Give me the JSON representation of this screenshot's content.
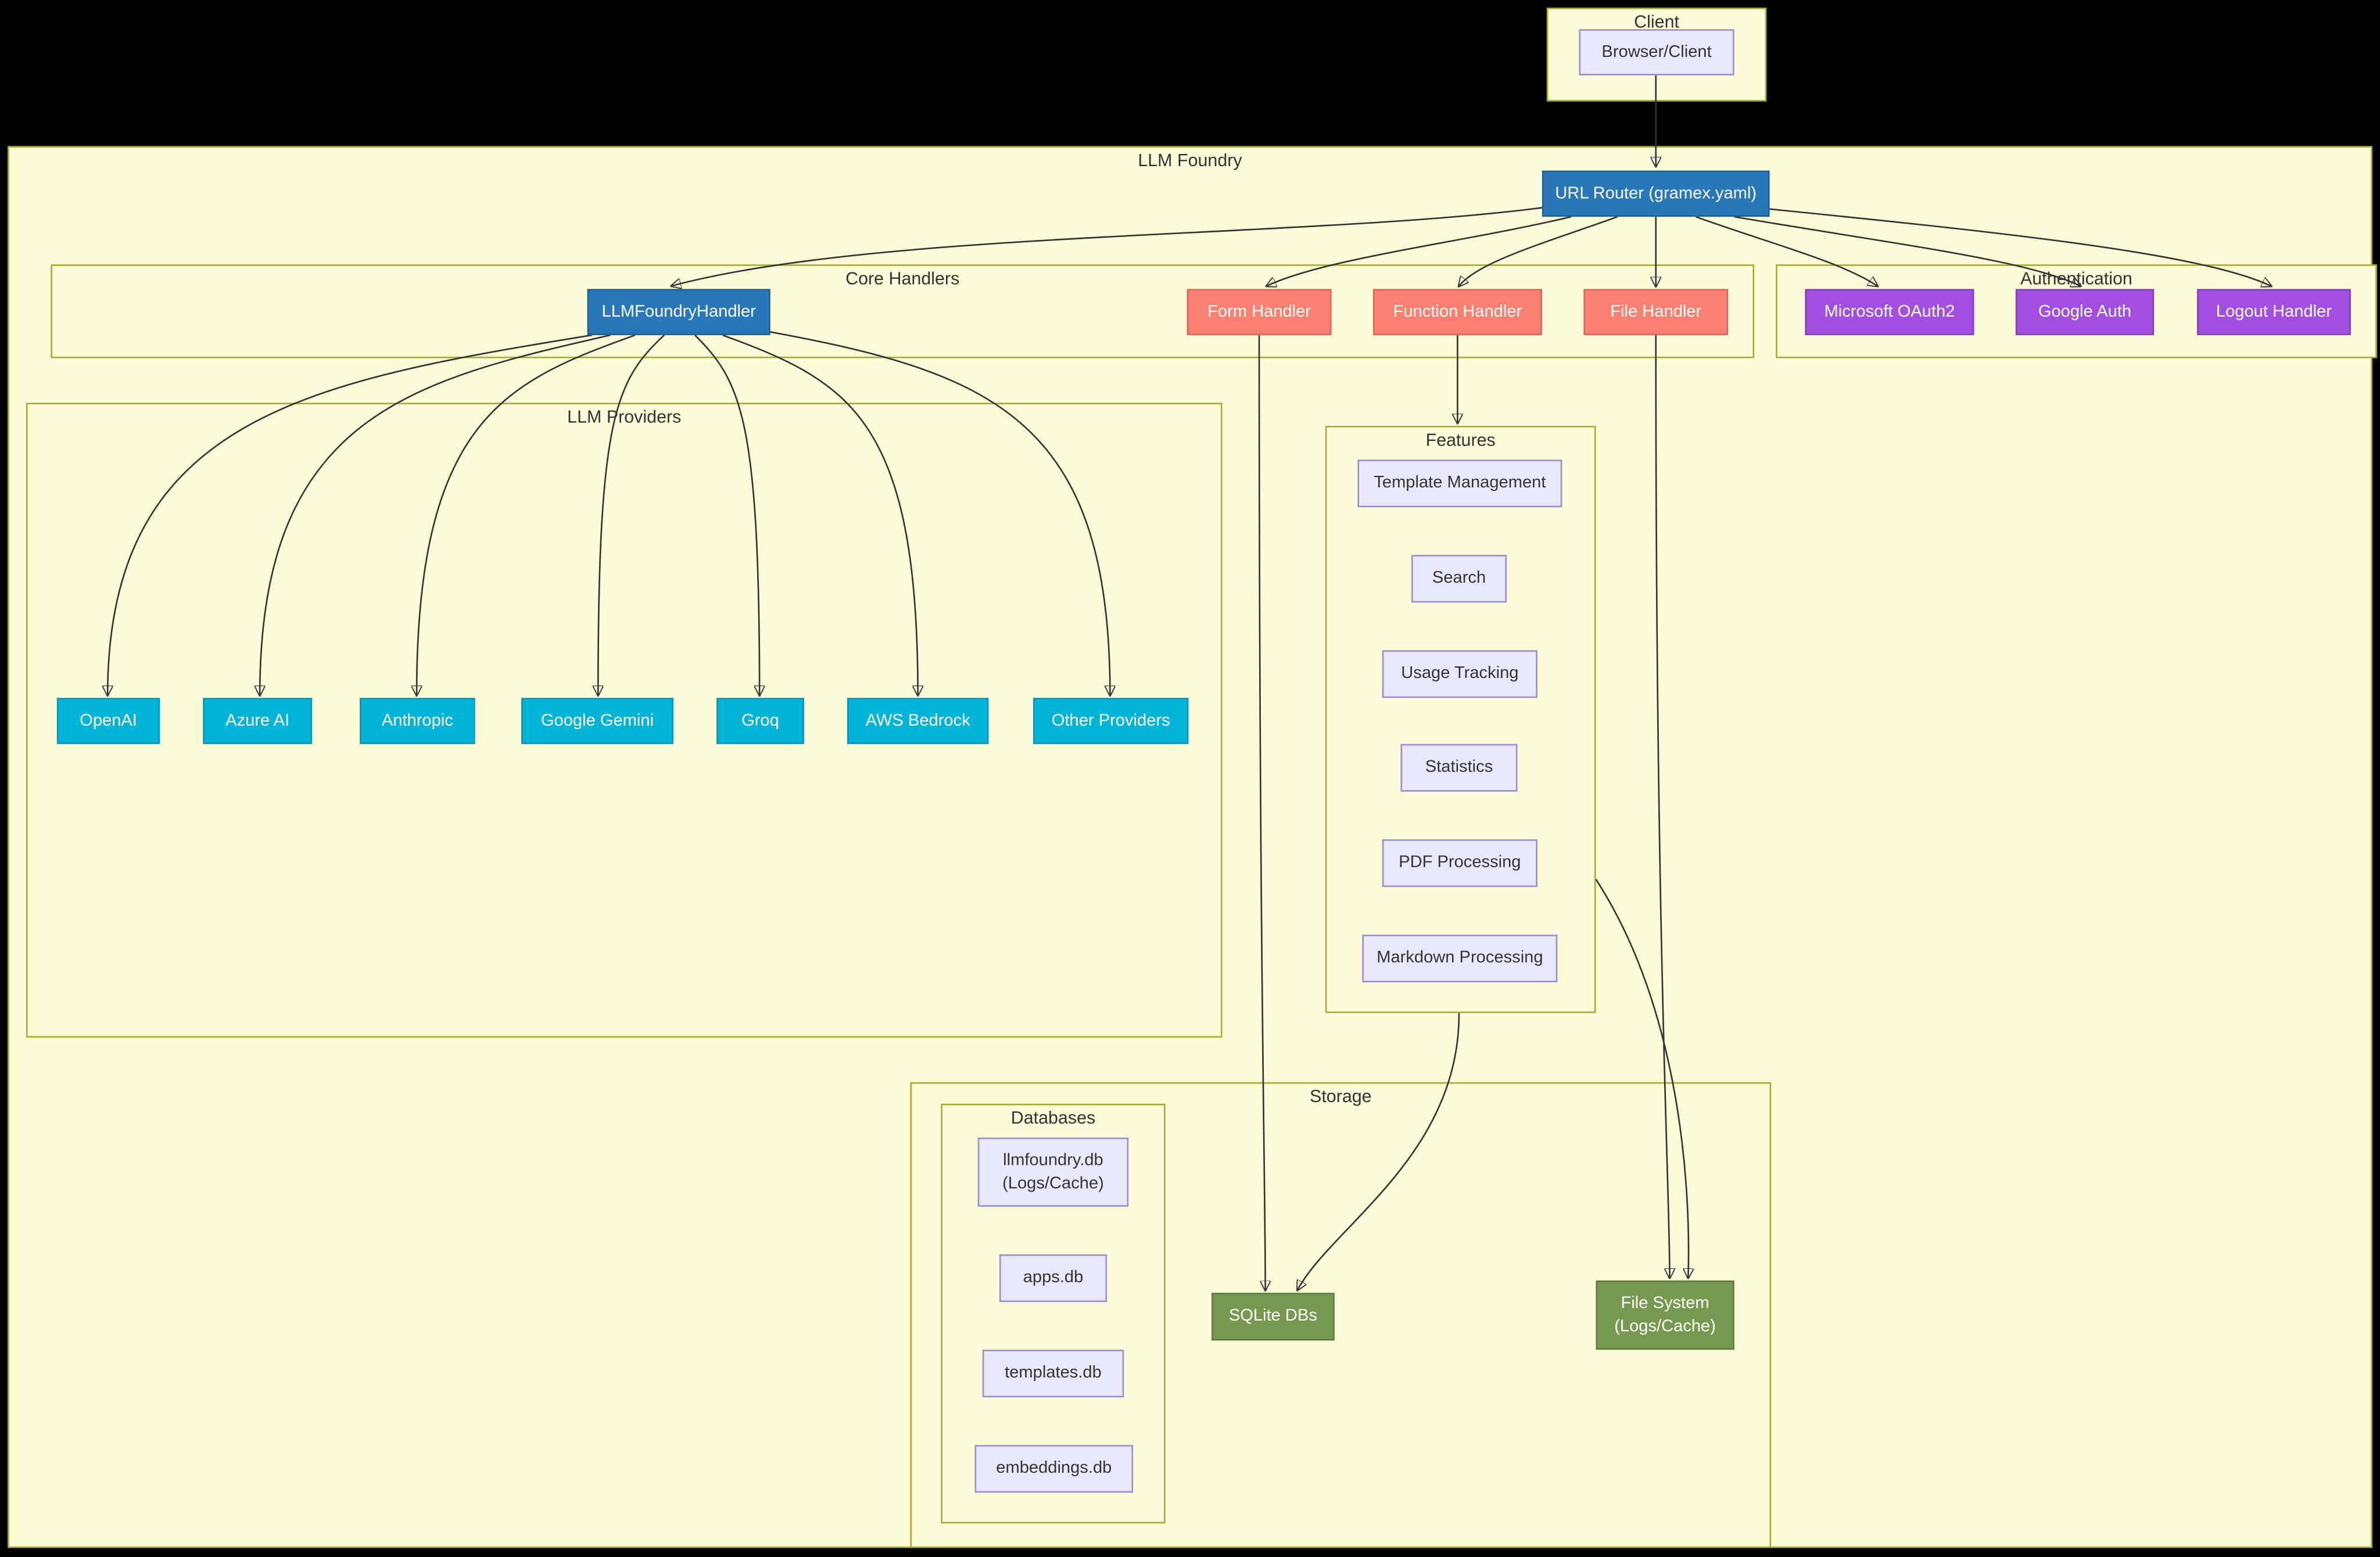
{
  "client": {
    "label": "Client",
    "browser": "Browser/Client"
  },
  "foundry": {
    "label": "LLM Foundry",
    "router": "URL Router (gramex.yaml)"
  },
  "core": {
    "label": "Core Handlers",
    "llmfoundry": "LLMFoundryHandler",
    "form": "Form Handler",
    "function": "Function Handler",
    "file": "File Handler"
  },
  "auth": {
    "label": "Authentication",
    "ms": "Microsoft OAuth2",
    "google": "Google Auth",
    "logout": "Logout Handler"
  },
  "providers": {
    "label": "LLM Providers",
    "items": [
      "OpenAI",
      "Azure AI",
      "Anthropic",
      "Google Gemini",
      "Groq",
      "AWS Bedrock",
      "Other Providers"
    ]
  },
  "features": {
    "label": "Features",
    "items": [
      "Template Management",
      "Search",
      "Usage Tracking",
      "Statistics",
      "PDF Processing",
      "Markdown Processing"
    ]
  },
  "storage": {
    "label": "Storage",
    "sqlite": "SQLite DBs",
    "filesystem": "File System\n(Logs/Cache)"
  },
  "databases": {
    "label": "Databases",
    "items": [
      "llmfoundry.db\n(Logs/Cache)",
      "apps.db",
      "templates.db",
      "embeddings.db"
    ]
  },
  "colors": {
    "container_fill": "#fbfbd7",
    "container_border": "#aaaa33",
    "blue": "#2878b9",
    "salmon": "#fa8072",
    "purple": "#a24fe0",
    "cyan": "#00b4d8",
    "lavender": "#e8e8fb",
    "green": "#75994f",
    "edge": "#333333"
  }
}
